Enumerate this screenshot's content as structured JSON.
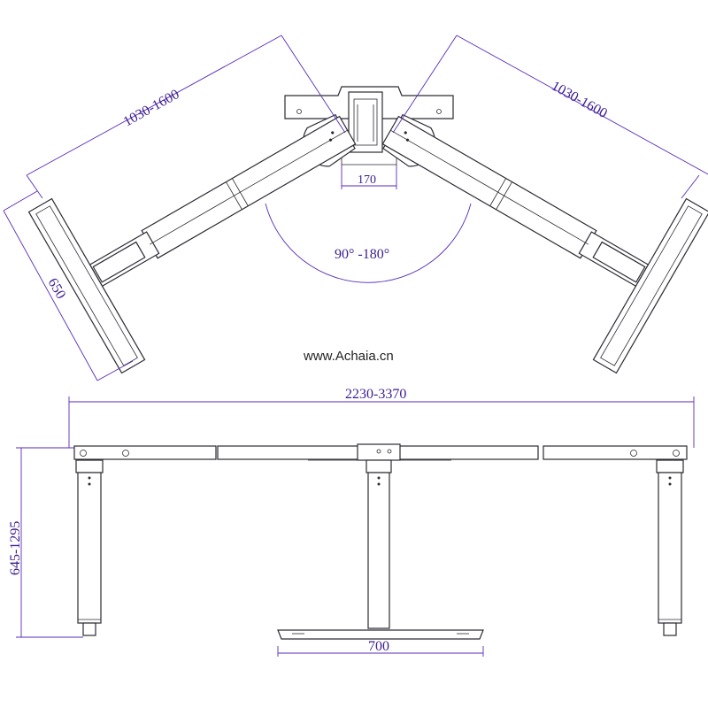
{
  "drawing": {
    "dimensions": {
      "left_arm_length": "1030-1600",
      "right_arm_length": "1030-1600",
      "depth": "650",
      "center_width": "170",
      "angle_range": "90° -180°",
      "total_length": "2230-3370",
      "height_range": "645-1295",
      "foot_width": "700"
    },
    "watermark": "www.Achaia.cn"
  },
  "colors": {
    "line": "#2b2b33",
    "dimension": "#5a2ab8",
    "dimension_text": "#3b1d8f"
  }
}
